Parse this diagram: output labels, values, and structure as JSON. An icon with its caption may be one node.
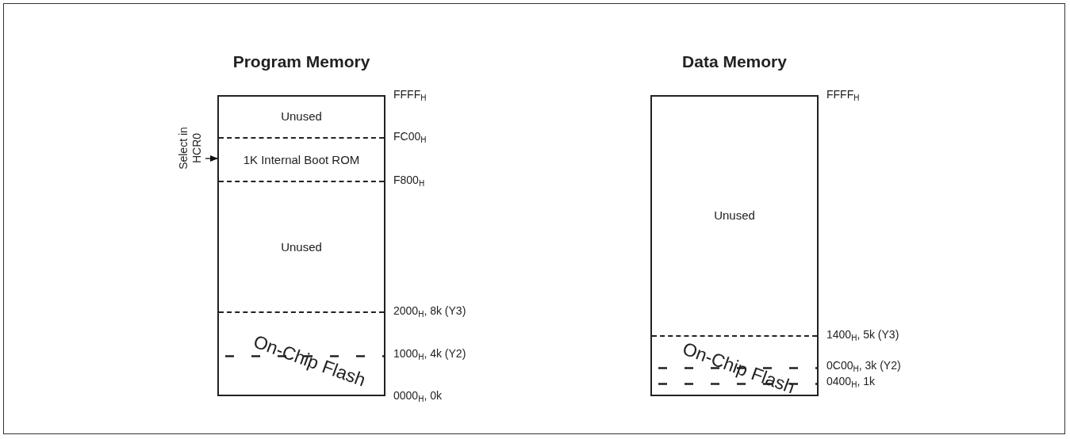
{
  "diagram": {
    "nodes": [
      {
        "text": [
          "Program Memory"
        ]
      },
      {
        "text": [
          "Unused"
        ],
        "in": 0
      },
      {
        "text": [
          "1K Internal Boot ROM"
        ],
        "in": 0
      },
      {
        "text": [
          "Unused"
        ],
        "in": 0
      },
      {
        "text": [
          "On-Chip Flash"
        ],
        "in": 0
      },
      {
        "text": [
          "Data Memory"
        ]
      },
      {
        "text": [
          "Unused"
        ],
        "in": 5
      },
      {
        "text": [
          "On-Chip Flash"
        ],
        "in": 5
      },
      {
        "text": [
          "Select in HCR0"
        ]
      }
    ],
    "edges": [
      {
        "from": 8,
        "to": 2,
        "arrow": "to"
      }
    ],
    "labels": [
      "FFFF$_{H}$",
      "FC00$_{H}$",
      "F800$_{H}$",
      "2000$_{H}$, 8k (Y3)",
      "1000$_{H}$, 4k (Y2)",
      "0000$_{H}$, 0k",
      "FFFF$_{H}$",
      "1400$_{H}$, 5k (Y3)",
      "0C00$_{H}$, 3k (Y2)",
      "0400$_{H}$, 1k"
    ]
  }
}
